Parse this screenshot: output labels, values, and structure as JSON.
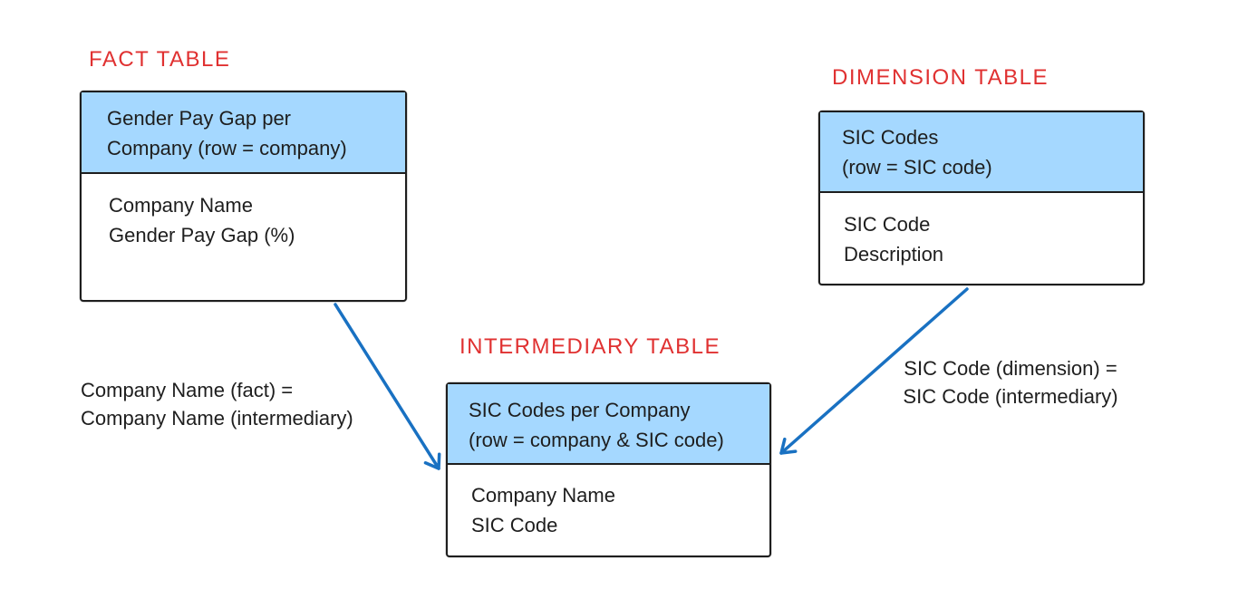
{
  "colors": {
    "header_fill": "#a5d8ff",
    "stroke": "#1e1e1e",
    "label_red": "#e03131",
    "arrow_blue": "#1971c2",
    "background": "#ffffff"
  },
  "diagram": {
    "fact_table": {
      "label": "FACT TABLE",
      "title": "Gender Pay Gap per\nCompany (row = company)",
      "fields": [
        "Company Name",
        "Gender Pay Gap (%)"
      ]
    },
    "dimension_table": {
      "label": "DIMENSION TABLE",
      "title": "SIC Codes\n(row = SIC code)",
      "fields": [
        "SIC Code",
        "Description"
      ]
    },
    "intermediary_table": {
      "label": "INTERMEDIARY TABLE",
      "title": "SIC Codes per Company\n(row = company & SIC code)",
      "fields": [
        "Company Name",
        "SIC Code"
      ]
    },
    "joins": {
      "fact_to_intermediary": "Company Name (fact) =\nCompany Name (intermediary)",
      "dimension_to_intermediary": "SIC Code (dimension) =\nSIC Code (intermediary)"
    },
    "arrows": [
      {
        "from": "fact_table",
        "to": "intermediary_table"
      },
      {
        "from": "dimension_table",
        "to": "intermediary_table"
      }
    ]
  }
}
